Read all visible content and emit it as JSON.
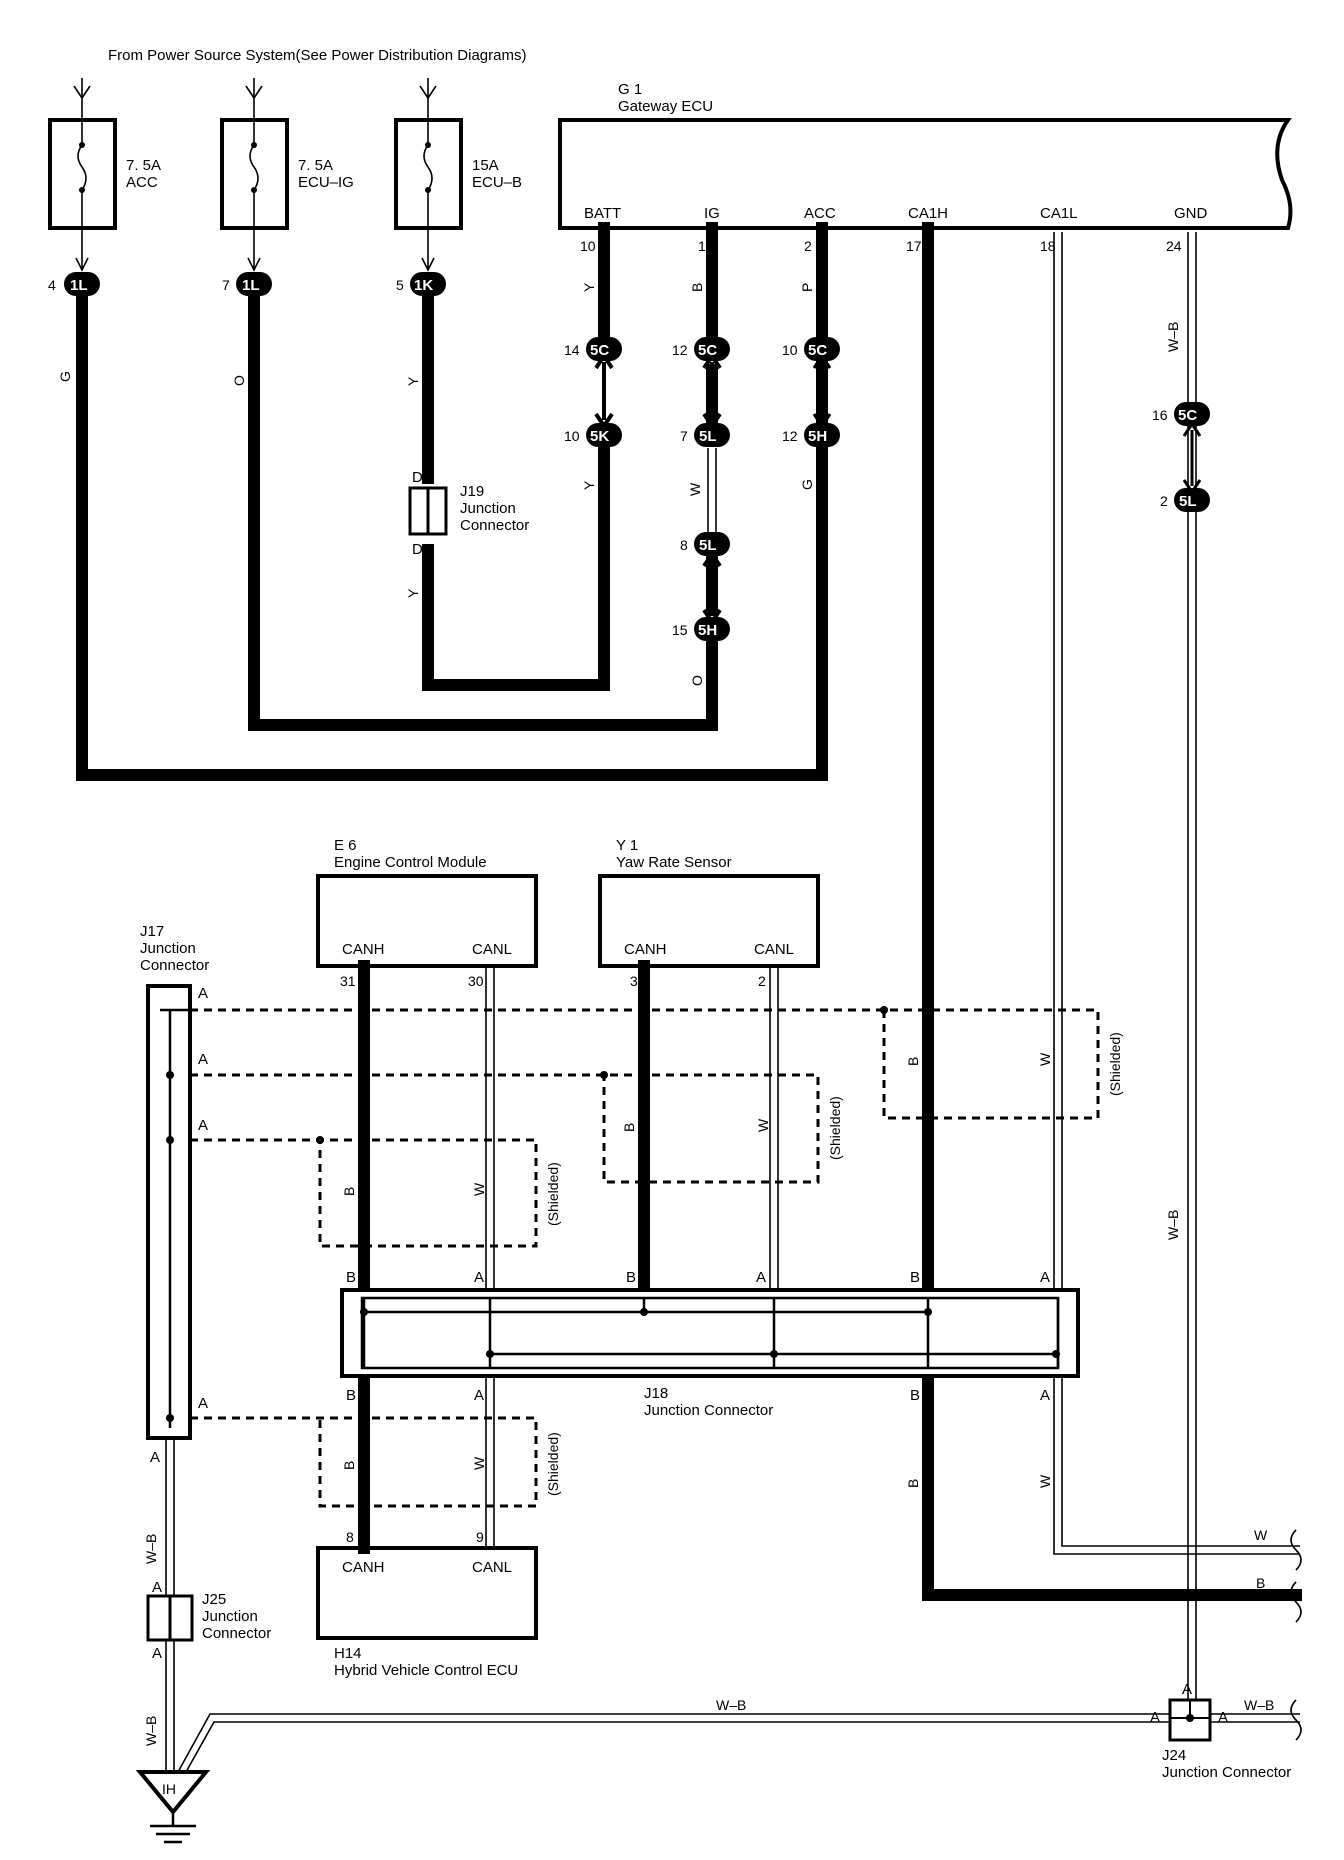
{
  "header": {
    "source_note": "From Power Source System(See Power Distribution Diagrams)"
  },
  "fuses": [
    {
      "rating": "7. 5A",
      "name": "ACC"
    },
    {
      "rating": "7. 5A",
      "name": "ECU–IG"
    },
    {
      "rating": "15A",
      "name": "ECU–B"
    }
  ],
  "fuse_connectors": [
    {
      "pin": "4",
      "code": "1L"
    },
    {
      "pin": "7",
      "code": "1L"
    },
    {
      "pin": "5",
      "code": "1K"
    }
  ],
  "fuse_wires": [
    {
      "color": "G"
    },
    {
      "color": "O"
    },
    {
      "color": "Y",
      "color2": "Y"
    }
  ],
  "gateway": {
    "id": "G 1",
    "name": "Gateway ECU",
    "pins": [
      {
        "label": "BATT",
        "num": "10"
      },
      {
        "label": "IG",
        "num": "1"
      },
      {
        "label": "ACC",
        "num": "2"
      },
      {
        "label": "CA1H",
        "num": "17"
      },
      {
        "label": "CA1L",
        "num": "18"
      },
      {
        "label": "GND",
        "num": "24"
      }
    ]
  },
  "gateway_wires": {
    "batt": "Y",
    "ig": "B",
    "acc": "P",
    "gnd": "W–B"
  },
  "inline_connectors": [
    {
      "pin": "14",
      "code": "5C"
    },
    {
      "pin": "12",
      "code": "5C"
    },
    {
      "pin": "10",
      "code": "5C"
    },
    {
      "pin": "10",
      "code": "5K"
    },
    {
      "pin": "7",
      "code": "5L"
    },
    {
      "pin": "12",
      "code": "5H"
    },
    {
      "pin": "8",
      "code": "5L"
    },
    {
      "pin": "15",
      "code": "5H"
    },
    {
      "pin": "16",
      "code": "5C"
    },
    {
      "pin": "2",
      "code": "5L"
    }
  ],
  "mid_wires": {
    "w5k": "Y",
    "w5l": "W",
    "w5h": "G",
    "w5hb": "O",
    "gnd_upper": "W–B",
    "gnd_lower": "W–B"
  },
  "j19": {
    "id": "J19",
    "line1": "Junction",
    "line2": "Connector",
    "pin_top": "D",
    "pin_bottom": "D"
  },
  "ecm": {
    "id": "E 6",
    "name": "Engine Control Module",
    "pin1": "CANH",
    "pin2": "CANL",
    "num1": "31",
    "num2": "30"
  },
  "yaw": {
    "id": "Y 1",
    "name": "Yaw Rate Sensor",
    "pin1": "CANH",
    "pin2": "CANL",
    "num1": "3",
    "num2": "2"
  },
  "hv": {
    "id": "H14",
    "name": "Hybrid Vehicle Control ECU",
    "pin1": "CANH",
    "pin2": "CANL",
    "num1": "8",
    "num2": "9"
  },
  "j17": {
    "id": "J17",
    "line1": "Junction",
    "line2": "Connector",
    "pin": "A"
  },
  "j18": {
    "id": "J18",
    "name": "Junction Connector",
    "pin_b": "B",
    "pin_a": "A"
  },
  "j24": {
    "id": "J24",
    "name": "Junction Connector",
    "pin": "A"
  },
  "j25": {
    "id": "J25",
    "line1": "Junction",
    "line2": "Connector",
    "pin": "A"
  },
  "ground": {
    "id": "IH"
  },
  "wire_colors": {
    "b": "B",
    "w": "W",
    "wb": "W–B"
  },
  "shield_label": "(Shielded)"
}
